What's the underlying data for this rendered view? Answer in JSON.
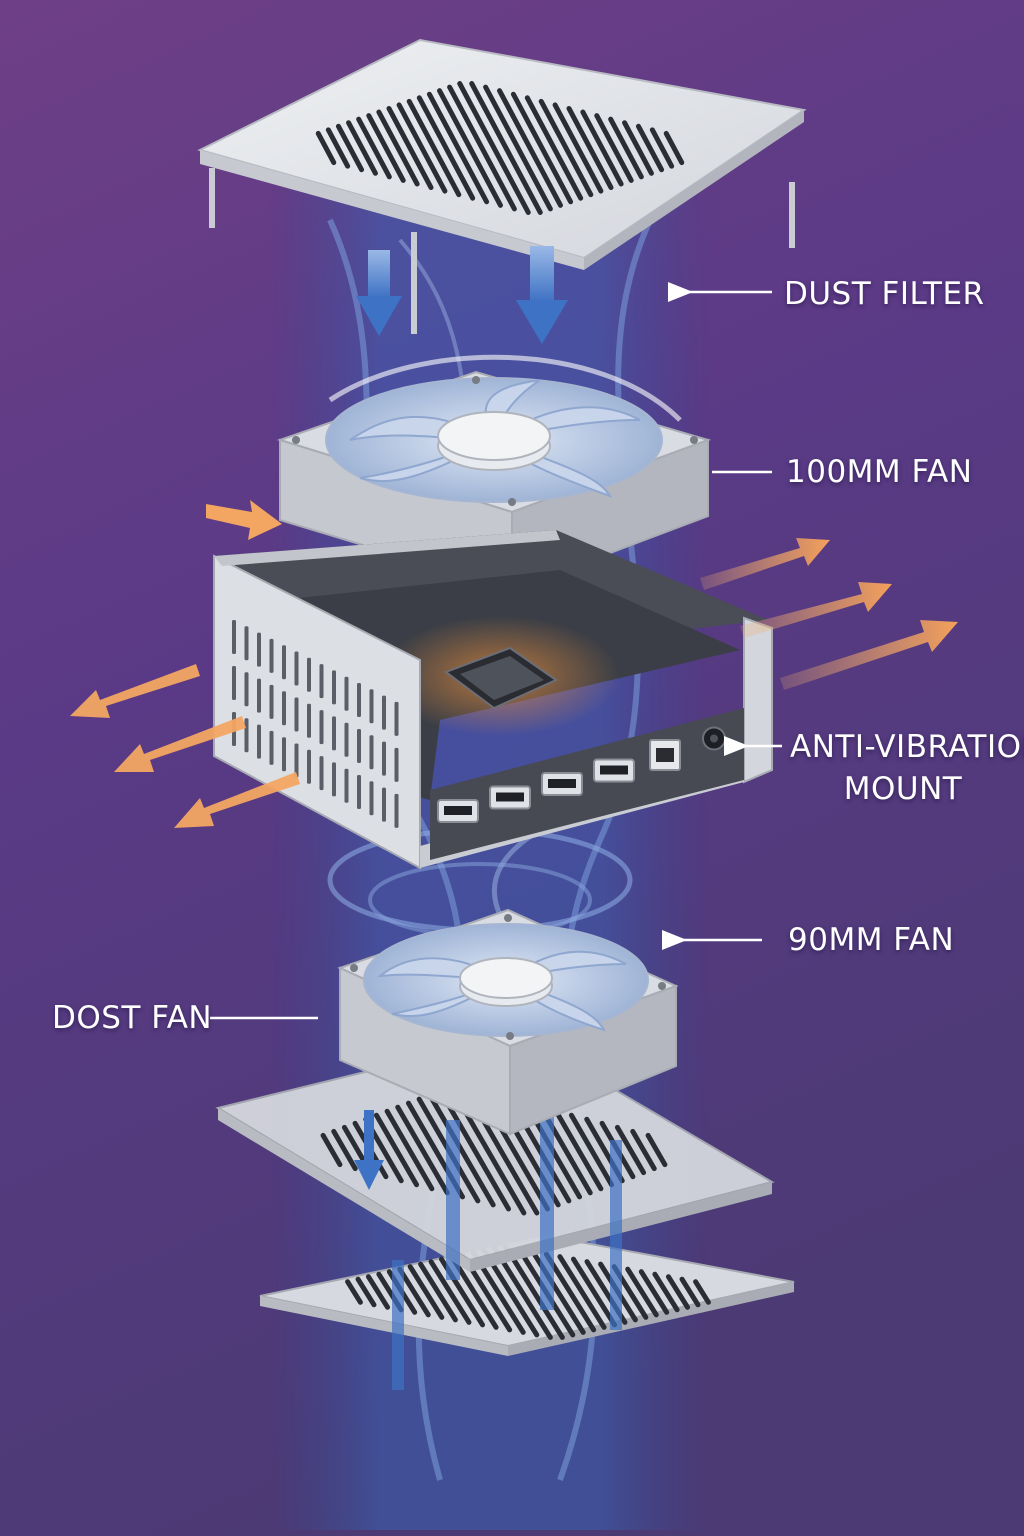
{
  "labels": {
    "dust_filter": "DUST FILTER",
    "fan_100mm": "100MM FAN",
    "anti_vibration_line1": "ANTI-VIBRATION",
    "anti_vibration_line2": "MOUNT",
    "fan_90mm": "90MM FAN",
    "dost_fan": "DOST FAN"
  },
  "colors": {
    "background_top": "#7a4a8c",
    "background_bottom": "#4a3a78",
    "panel": "#e4e6ea",
    "panel_edge": "#b9bcc4",
    "airflow_blue": "#3f78c8",
    "hot_air_orange": "#f0a060",
    "board": "#3a3d44"
  },
  "io_ports": [
    "hdmi",
    "hdmi",
    "hdmi",
    "hdmi",
    "ethernet",
    "audio-jack"
  ]
}
